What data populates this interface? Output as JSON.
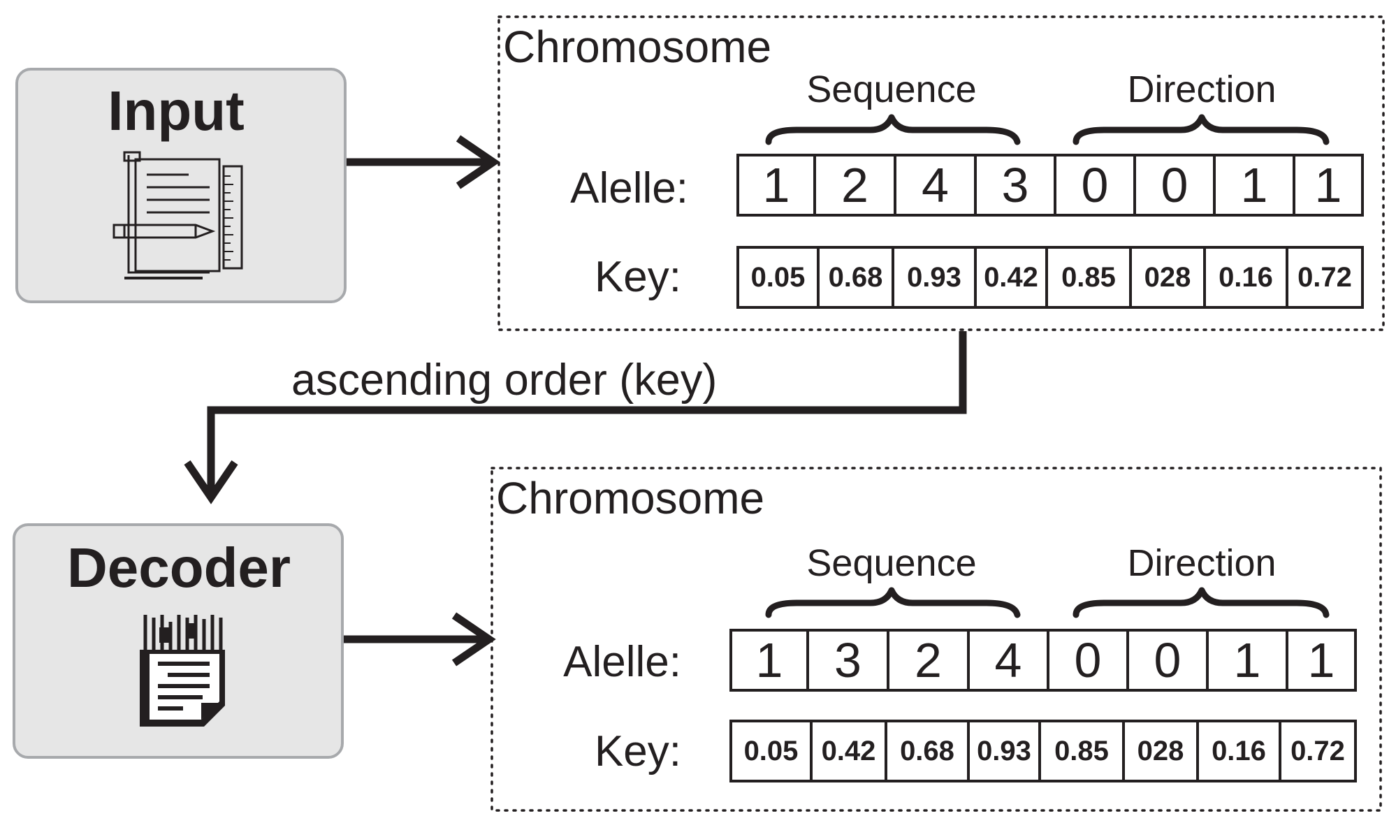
{
  "input_box": {
    "label": "Input",
    "icon": "document-pencil-ruler-icon"
  },
  "decoder_box": {
    "label": "Decoder",
    "icon": "decoder-chip-document-icon"
  },
  "flow_label": "ascending order (key)",
  "chromosomes": [
    {
      "title": "Chromosome",
      "groups": [
        "Sequence",
        "Direction"
      ],
      "allele_label": "Alelle:",
      "key_label": "Key:",
      "alleles": [
        "1",
        "2",
        "4",
        "3",
        "0",
        "0",
        "1",
        "1"
      ],
      "keys": [
        "0.05",
        "0.68",
        "0.93",
        "0.42",
        "0.85",
        "028",
        "0.16",
        "0.72"
      ]
    },
    {
      "title": "Chromosome",
      "groups": [
        "Sequence",
        "Direction"
      ],
      "allele_label": "Alelle:",
      "key_label": "Key:",
      "alleles": [
        "1",
        "3",
        "2",
        "4",
        "0",
        "0",
        "1",
        "1"
      ],
      "keys": [
        "0.05",
        "0.42",
        "0.68",
        "0.93",
        "0.85",
        "028",
        "0.16",
        "0.72"
      ]
    }
  ]
}
